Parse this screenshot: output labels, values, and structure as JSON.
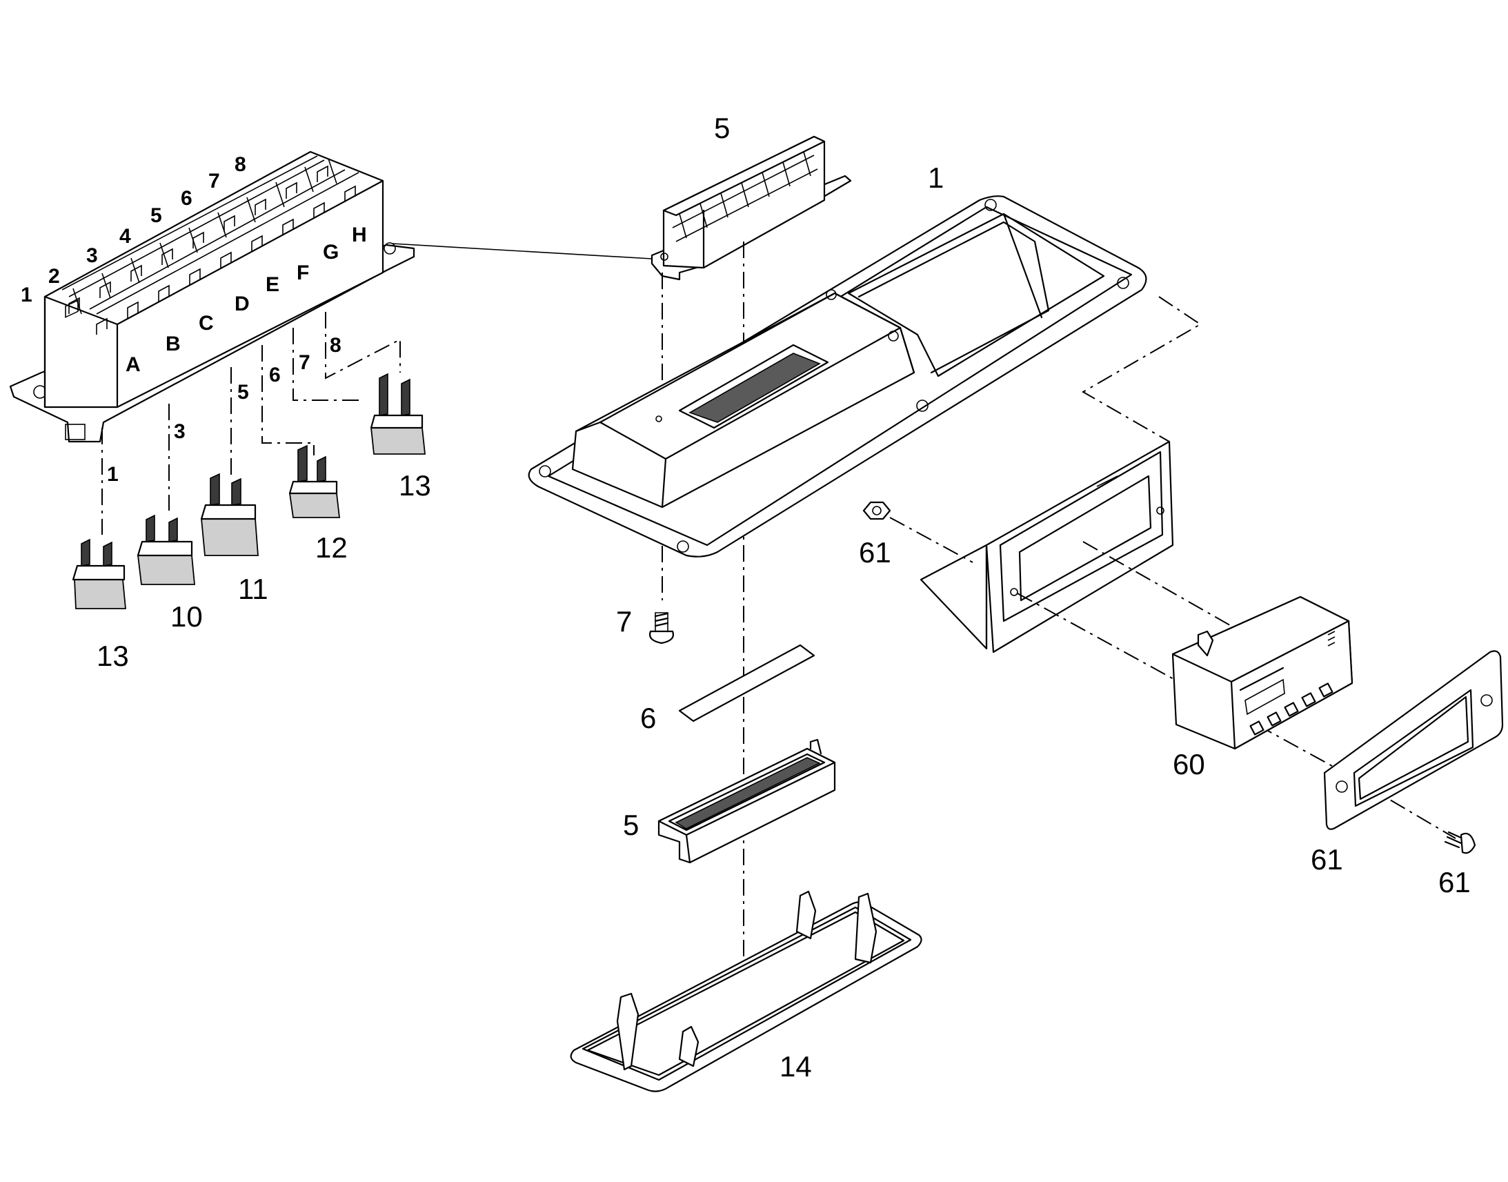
{
  "callouts": {
    "top_connector": "5",
    "base_plate": "1",
    "bracket_nut": "61",
    "screw": "7",
    "gasket": "6",
    "connector_frame": "5",
    "cover": "14",
    "display_module": "60",
    "bezel": "61",
    "bezel_screw": "61",
    "fuse_13_left": "13",
    "fuse_10": "10",
    "fuse_11": "11",
    "fuse_12": "12",
    "fuse_13_right": "13"
  },
  "fuse_box": {
    "position_numbers": [
      "1",
      "2",
      "3",
      "4",
      "5",
      "6",
      "7",
      "8"
    ],
    "position_letters": [
      "A",
      "B",
      "C",
      "D",
      "E",
      "F",
      "G",
      "H"
    ]
  },
  "leader_marks": {
    "fuse_1": "1",
    "fuse_3": "3",
    "fuse_5": "5",
    "fuse_6": "6",
    "fuse_7": "7",
    "fuse_8": "8"
  }
}
